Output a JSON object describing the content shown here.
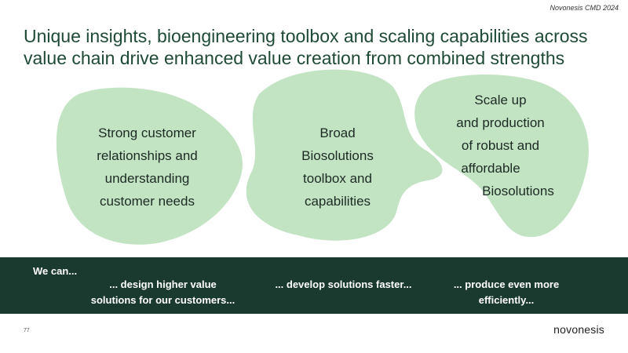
{
  "header": {
    "event": "Novonesis CMD 2024"
  },
  "title": "Unique insights, bioengineering toolbox and scaling capabilities across value chain drive enhanced value creation from combined strengths",
  "blobs": [
    {
      "lines": [
        "Strong customer",
        "relationships and",
        "understanding",
        "customer needs"
      ]
    },
    {
      "lines": [
        "Broad",
        "Biosolutions",
        "toolbox and",
        "capabilities"
      ]
    },
    {
      "lines": [
        "Scale up",
        "and production",
        "of robust and",
        "affordable",
        "Biosolutions"
      ]
    }
  ],
  "band": {
    "lead": "We can...",
    "items": [
      [
        "... design higher value",
        "solutions for our customers..."
      ],
      [
        "... develop solutions faster..."
      ],
      [
        "... produce even more",
        "efficiently..."
      ]
    ]
  },
  "footer": {
    "page": "77",
    "logo": "novonesis"
  },
  "colors": {
    "blob": "#c2e4c3",
    "band": "#1b3a2f",
    "title": "#1e4a36"
  }
}
